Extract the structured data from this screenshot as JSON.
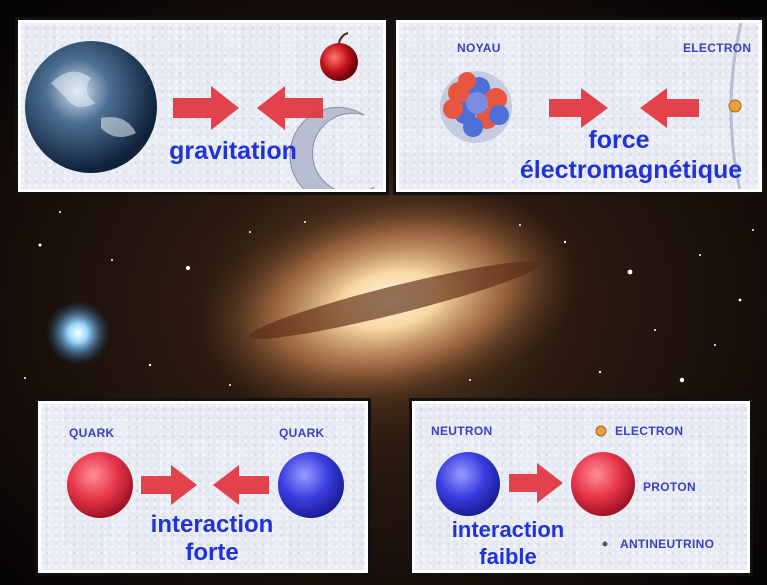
{
  "panels": {
    "gravitation": {
      "title": "gravitation"
    },
    "electromagnetic": {
      "label_nucleus": "NOYAU",
      "label_electron": "ELECTRON",
      "title_line1": "force",
      "title_line2": "électromagnétique"
    },
    "strong": {
      "label_left": "QUARK",
      "label_right": "QUARK",
      "title_line1": "interaction",
      "title_line2": "forte"
    },
    "weak": {
      "label_neutron": "NEUTRON",
      "label_electron": "ELECTRON",
      "label_proton": "PROTON",
      "label_antineutrino": "ANTINEUTRINO",
      "title_line1": "interaction",
      "title_line2": "faible"
    }
  },
  "colors": {
    "title": "#1f33d8",
    "label": "#3a3fc0",
    "arrow": "#e0303a",
    "quark_red": "#e8364a",
    "quark_blue": "#3b3ee0"
  }
}
